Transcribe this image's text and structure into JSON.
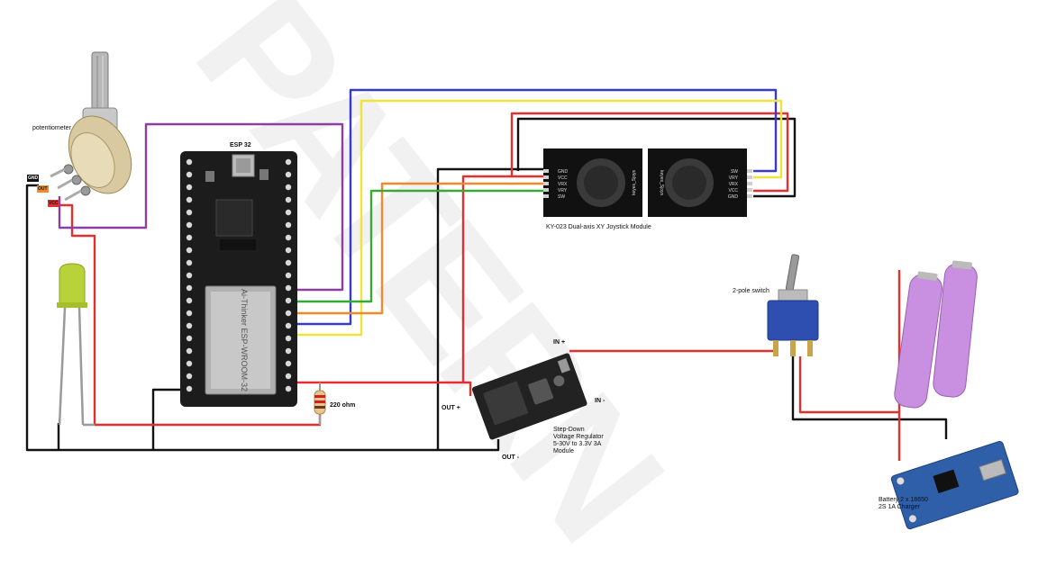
{
  "watermark": "PATERN",
  "labels": {
    "potentiometer": "potentiometer",
    "esp32": "ESP 32",
    "joystick": "KY-023 Dual-axis XY Joystick Module",
    "switch": "2-pole switch",
    "resistor": "220 ohm",
    "in_plus": "IN +",
    "in_minus": "IN -",
    "out_plus": "OUT +",
    "out_minus": "OUT -",
    "regulator": "Step-Down\nVoltage Regulator\n5-30V to 3.3V 3A\nModule",
    "battery": "Battery 2 x 18650\n2S 1A Charger"
  },
  "pot_pins": [
    "GND",
    "OUT",
    "VCC"
  ],
  "joystick_pins_left": [
    "GND",
    "VCC",
    "VRX",
    "VRY",
    "SW"
  ],
  "joystick_pins_right": [
    "SW",
    "VRY",
    "VRX",
    "VCC",
    "GND"
  ],
  "joystick_brand": "keyes_Sjoys",
  "esp_module_text": "Ai-Thinker ESP-WROOM-32",
  "colors": {
    "wire_red": "#e03030",
    "wire_black": "#111111",
    "wire_purple": "#8b3fa0",
    "wire_blue": "#3a3ac8",
    "wire_yellow": "#f2e33a",
    "wire_orange": "#f08a2a",
    "wire_green": "#38a838",
    "board": "#1c1c1c",
    "battery": "#c98fe0",
    "charger": "#2f5fa8",
    "switch": "#2e4fb0",
    "led": "#b8d23a"
  }
}
